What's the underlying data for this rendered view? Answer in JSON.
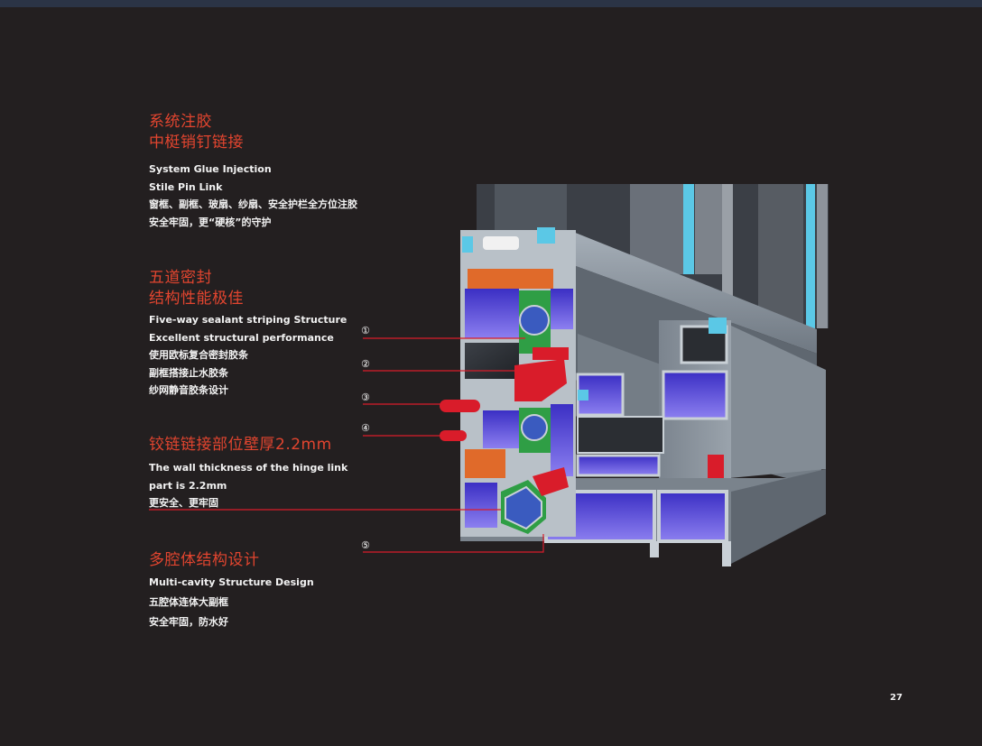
{
  "sections": [
    {
      "heading": [
        "系统注胶",
        "中梃销钉链接"
      ],
      "lines": [
        "System Glue Injection",
        "Stile Pin Link",
        "窗框、副框、玻扇、纱扇、安全护栏全方位注胶",
        "安全牢固，更“硬核”的守护"
      ]
    },
    {
      "heading": [
        "五道密封",
        "结构性能极佳"
      ],
      "lines": [
        "Five-way sealant striping Structure",
        "Excellent structural performance",
        "使用欧标复合密封胶条",
        "副框搭接止水胶条",
        "纱网静音胶条设计"
      ]
    },
    {
      "heading": [
        "铰链链接部位壁厚2.2mm"
      ],
      "lines": [
        "The wall thickness of the hinge link",
        "part is 2.2mm",
        "更安全、更牢固"
      ]
    },
    {
      "heading": [
        "多腔体结构设计"
      ],
      "lines": [
        "Multi-cavity Structure Design",
        "五腔体连体大副框",
        "安全牢固，防水好"
      ]
    }
  ],
  "callouts": [
    "①",
    "②",
    "③",
    "④",
    "⑤"
  ],
  "page_number": "27",
  "colors": {
    "background": "#231f20",
    "accent": "#e2452f",
    "profile": "#8d96a0",
    "glass": "#5bc8e6",
    "cavity": "#4a40c8",
    "seal_red": "#d91c2a",
    "seal_green": "#2f9e45",
    "insulation": "#e06a2a"
  }
}
